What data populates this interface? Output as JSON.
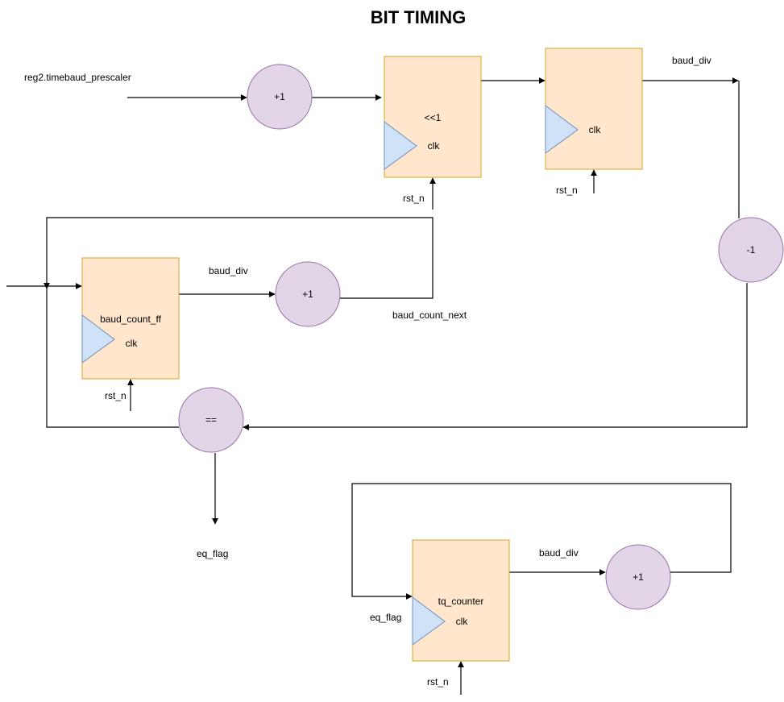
{
  "title": "BIT TIMING",
  "inputs": {
    "prescaler": "reg2.timebaud_prescaler"
  },
  "registers": {
    "shift": {
      "op": "<<1",
      "clk": "clk",
      "rst": "rst_n"
    },
    "div": {
      "clk": "clk",
      "rst": "rst_n"
    },
    "baud_count": {
      "name": "baud_count_ff",
      "clk": "clk",
      "rst": "rst_n"
    },
    "tq": {
      "name": "tq_counter",
      "clk": "clk",
      "rst": "rst_n"
    }
  },
  "operators": {
    "inc_prescaler": "+1",
    "dec": "-1",
    "inc_baud": "+1",
    "compare": "==",
    "inc_tq": "+1"
  },
  "signals": {
    "baud_div_top": "baud_div",
    "baud_div_mid": "baud_div",
    "baud_count_next": "baud_count_next",
    "eq_flag_out": "eq_flag",
    "baud_div_bottom": "baud_div",
    "eq_flag_in": "eq_flag"
  }
}
